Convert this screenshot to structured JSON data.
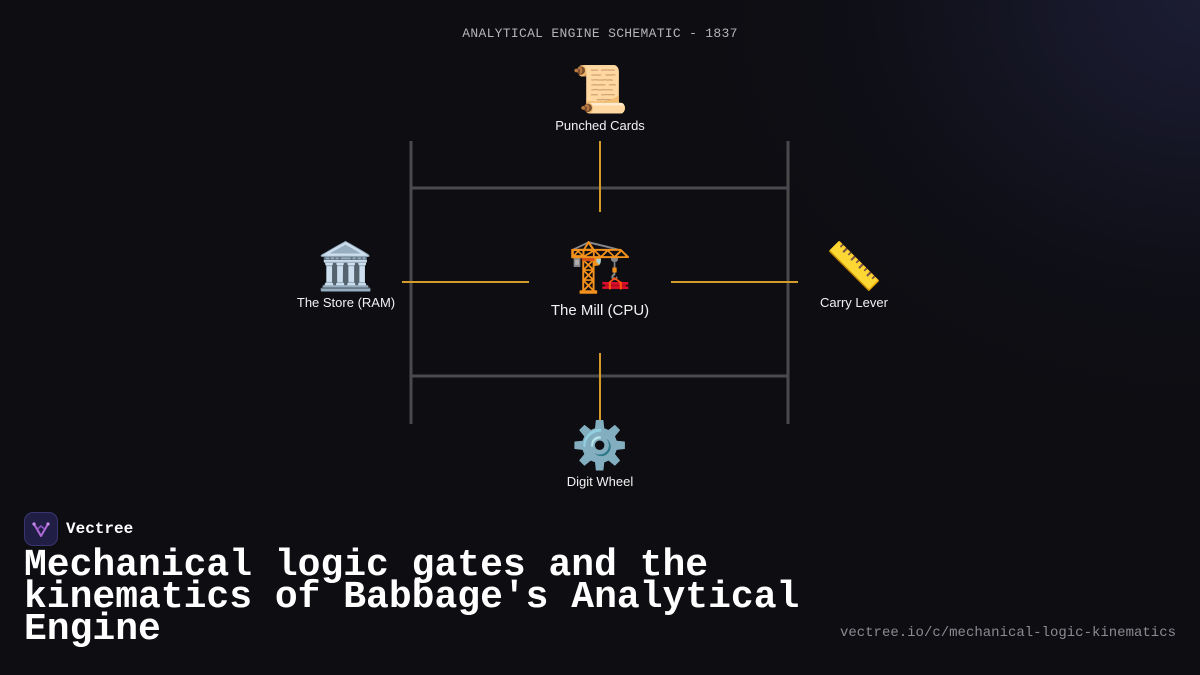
{
  "schematic_title": "ANALYTICAL ENGINE SCHEMATIC - 1837",
  "nodes": {
    "top": {
      "icon": "📜",
      "icon_name": "scroll-icon",
      "label": "Punched Cards"
    },
    "left": {
      "icon": "🏛️",
      "icon_name": "classical-building-icon",
      "label": "The Store (RAM)"
    },
    "center": {
      "icon": "🏗️",
      "icon_name": "construction-crane-icon",
      "label": "The Mill (CPU)"
    },
    "right": {
      "icon": "📏",
      "icon_name": "ruler-icon",
      "label": "Carry Lever"
    },
    "bottom": {
      "icon": "⚙️",
      "icon_name": "gear-icon",
      "label": "Digit Wheel"
    }
  },
  "colors": {
    "connector": "#d49a2a",
    "frame": "#4a4a4c",
    "background": "#0d0d12",
    "brand_logo": "#211e45",
    "brand_mark": "#b06ad8"
  },
  "brand": {
    "name": "Vectree",
    "logo_icon": "vectree-logo-icon"
  },
  "headline": "Mechanical logic gates and the kinematics of Babbage's Analytical Engine",
  "url": "vectree.io/c/mechanical-logic-kinematics"
}
